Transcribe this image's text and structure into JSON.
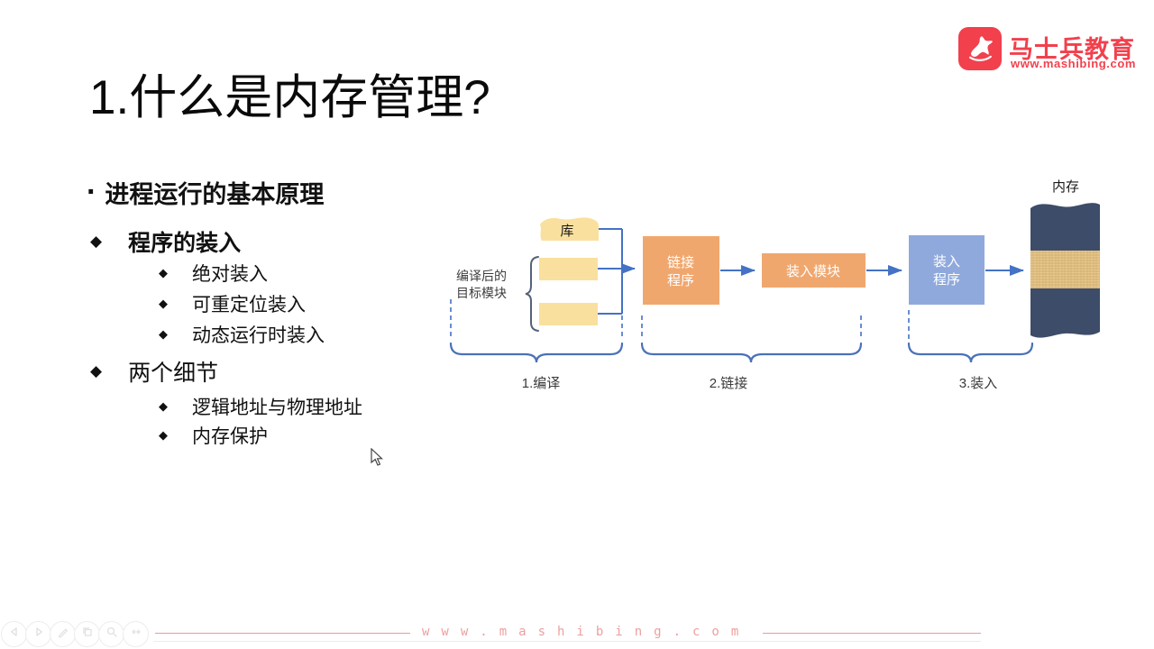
{
  "brand": {
    "name": "马士兵教育",
    "url": "www.mashibing.com",
    "red": "#f2404d"
  },
  "slide": {
    "title": "1.什么是内存管理?",
    "bullet_dot": "·",
    "diamond": "◆",
    "heading": "进程运行的基本原理",
    "items": [
      {
        "label": "程序的装入"
      },
      {
        "label": "绝对装入"
      },
      {
        "label": "可重定位装入"
      },
      {
        "label": "动态运行时装入"
      },
      {
        "label": "两个细节"
      },
      {
        "label": "逻辑地址与物理地址"
      },
      {
        "label": "内存保护"
      }
    ]
  },
  "diagram": {
    "library": "库",
    "compiled_modules": [
      "编译后的",
      "目标模块"
    ],
    "linker": [
      "链接",
      "程序"
    ],
    "load_module": "装入模块",
    "loader": [
      "装入",
      "程序"
    ],
    "memory": "内存",
    "stages": [
      "1.编译",
      "2.链接",
      "3.装入"
    ],
    "colors": {
      "accent_blue": "#4472c4",
      "module_yellow": "#f9e09e",
      "process_orange": "#f0a76e",
      "loader_blue": "#8fa9dc",
      "memory_dark": "#3d4c68",
      "memory_band": "#e9cb8e"
    }
  },
  "footer": {
    "watermark": "www.mashibing.com",
    "icons": [
      "back",
      "play",
      "pencil",
      "copy",
      "search",
      "more"
    ]
  }
}
